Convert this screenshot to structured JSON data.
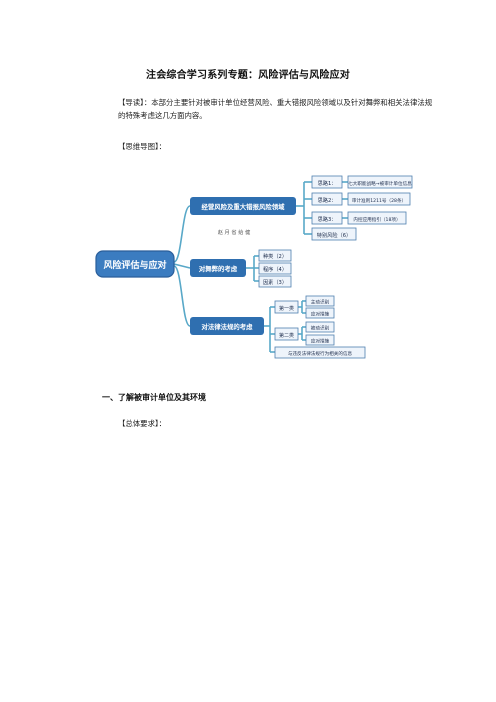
{
  "document": {
    "title": "注会综合学习系列专题：风险评估与风险应对",
    "guide_label": "【导读】：",
    "guide_text": "本部分主要针对被审计单位经营风险、重大错报风险领域以及针对舞弊和相关法律法规的特殊考虑这几方面内容。",
    "mindmap_label": "【思维导图】：",
    "section_heading": "一、了解被审计单位及其环境",
    "overall_label": "【总体要求】："
  },
  "mindmap": {
    "root": "风险评估与应对",
    "watermark": "赵 月 省 给 健",
    "branch1": {
      "label": "经营风险及重大错报风险领域",
      "items": [
        {
          "label": "思路1：",
          "detail": "七大职能战略→被审计单位信息"
        },
        {
          "label": "思路2：",
          "detail": "审计准则1211号（28条）"
        },
        {
          "label": "思路3：",
          "detail": "内控应用指引（18项）"
        },
        {
          "label": "特别风险（6）",
          "detail": ""
        }
      ]
    },
    "branch2": {
      "label": "对舞弊的考虑",
      "items": [
        "种类（2）",
        "程序（4）",
        "因素（3）"
      ]
    },
    "branch3": {
      "label": "对法律法规的考虑",
      "groups": [
        {
          "label": "第一类",
          "items": [
            "主动识别",
            "应对措施"
          ]
        },
        {
          "label": "第二类",
          "items": [
            "被动识别",
            "应对措施"
          ]
        }
      ],
      "footer": "与违反法律法规行为相关的信息"
    },
    "colors": {
      "primary_fill": "#2f6fb0",
      "root_fill": "#3b7cc0",
      "line": "#58a8c8",
      "box_stroke": "#4f7fb0",
      "box_fill": "#eef4fb",
      "text_white": "#ffffff",
      "text_dark": "#1a2a4a"
    }
  }
}
